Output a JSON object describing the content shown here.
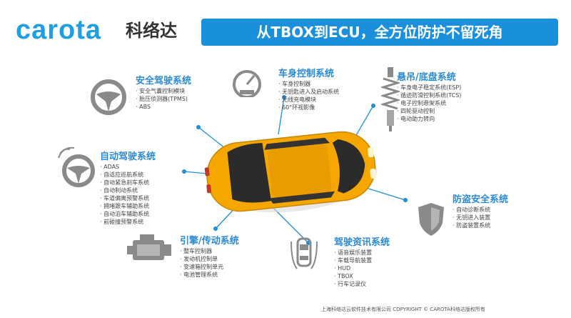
{
  "logo": {
    "brand": "carota",
    "cn": "科络达"
  },
  "banner": "从TBOX到ECU，全方位防护不留死角",
  "sections": {
    "safe_driving": {
      "title": "安全驾驶系统",
      "items": [
        "安全气囊控制模块",
        "胎压侦测器(TPMS)",
        "ABS"
      ]
    },
    "body_control": {
      "title": "车身控制系统",
      "items": [
        "车身控制器",
        "无钥匙进入及启动系统",
        "无线充电模块",
        "60°环视影像"
      ]
    },
    "suspension": {
      "title": "悬吊/底盘系统",
      "items": [
        "车身电子稳定系统(ESP)",
        "循迹防滑控制系统(TCS)",
        "电子控制悬架系统",
        "四轮驱动控制",
        "电动助力转向"
      ]
    },
    "autonomous": {
      "title": "自动驾驶系统",
      "items": [
        "ADAS",
        "自适应巡航系统",
        "自动紧急刹车系统",
        "自动制动系统",
        "车道偏离预警系统",
        "拥堵跟车辅助系统",
        "自动泊车辅助系统",
        "前碰撞预警系统"
      ]
    },
    "anti_theft": {
      "title": "防盗安全系统",
      "items": [
        "自动诊断系统",
        "无钥进入装置",
        "防盗装置系统"
      ]
    },
    "powertrain": {
      "title": "引擎/传动系统",
      "items": [
        "整车控制器",
        "发动机控制单",
        "变速箱控制单元",
        "电池管理系统"
      ]
    },
    "infotainment": {
      "title": "驾驶资讯系统",
      "items": [
        "语音娱乐装置",
        "车载导航装置",
        "HUD",
        "TBOX",
        "行车记录仪"
      ]
    }
  },
  "footer": "上海科络达云软件技术有限公司 COPYRIGHT © CAROTA科络达版权所有",
  "colors": {
    "accent": "#1a8fdc",
    "car": "#f5a700",
    "connector": "#1e8fd8",
    "icon": "#8a8a8a"
  }
}
